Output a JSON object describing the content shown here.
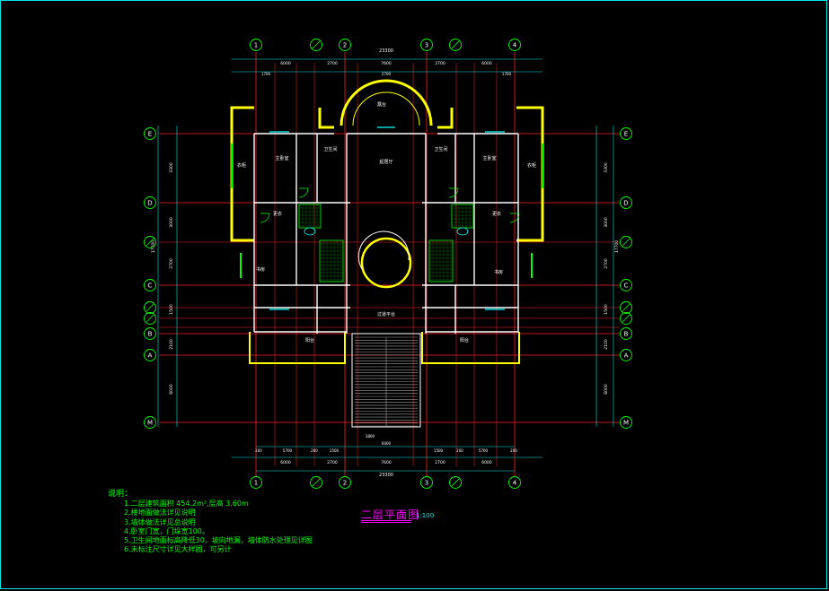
{
  "drawing": {
    "title": "二层平面图",
    "scale": "1:100",
    "axes_top": [
      "1",
      "2",
      "3",
      "4"
    ],
    "axes_side": [
      "E",
      "D",
      "C",
      "B",
      "A",
      "M"
    ],
    "overall_dim": "23300",
    "top_spans": [
      "6000",
      "2700",
      "7600",
      "2700",
      "6000"
    ],
    "top_subspans": [
      "1700",
      "2700",
      "1700"
    ],
    "bottom_spans": [
      "6000",
      "2700",
      "7600",
      "2700",
      "6000"
    ],
    "bottom_subspans": [
      "200",
      "5700",
      "200",
      "1500",
      "1500",
      "200",
      "5700",
      "200"
    ],
    "left_spans": [
      "3300",
      "3000",
      "2700",
      "1500",
      "2100",
      "6000"
    ],
    "left_total": "17700",
    "stair_width": "3800",
    "stair_total": "6000"
  },
  "rooms": {
    "bedroom_left": "主卧室",
    "bedroom_right": "主卧室",
    "hall": "起居厅",
    "study_left": "书房",
    "study_right": "书房",
    "bath_left": "卫生间",
    "bath_right": "卫生间",
    "terrace_left": "阳台",
    "terrace_right": "阳台",
    "dressing_left": "更衣",
    "dressing_right": "更衣",
    "closet_left": "衣柜",
    "closet_right": "衣柜",
    "balcony_top": "露台",
    "corridor": "过道平台"
  },
  "notes": {
    "heading": "说明：",
    "lines": [
      "1.二层建筑面积 454.2m²,层高 3.60m",
      "2.楼地面做法详见说明",
      "3.墙体做法详见总说明",
      "4.卧室门宽，门垛宽100。",
      "5.卫生间地面标高降低30，坡向地漏，墙体防水处理见详图",
      "6.未标注尺寸详见大样图，可另计"
    ]
  }
}
